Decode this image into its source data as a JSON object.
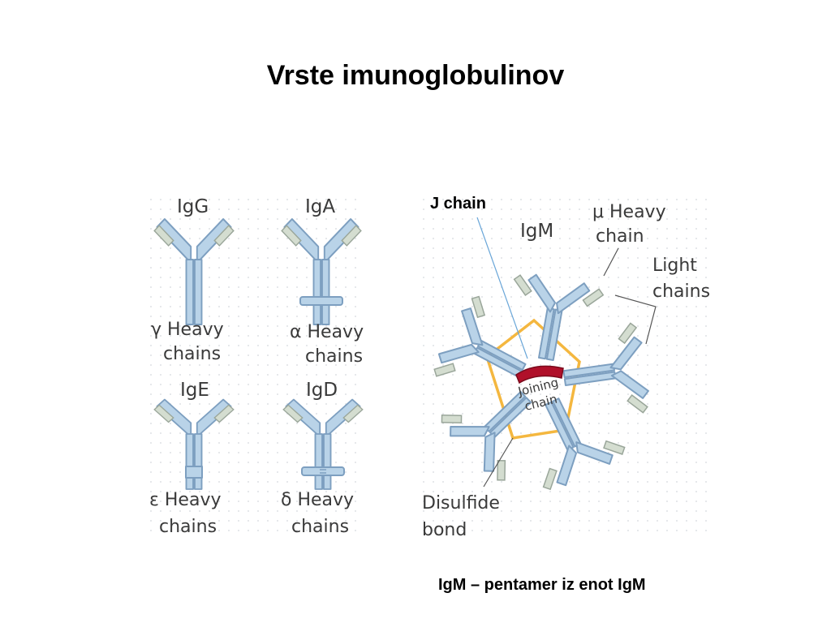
{
  "slide": {
    "title": "Vrste imunoglobulinov",
    "j_chain_caption": "J chain",
    "igm_caption": "IgM – pentamer iz enot IgM"
  },
  "figure": {
    "monomers": [
      {
        "name": "IgG",
        "heavy_label_line1": "γ Heavy",
        "heavy_label_line2": "chains"
      },
      {
        "name": "IgA",
        "heavy_label_line1": "α Heavy",
        "heavy_label_line2": "chains"
      },
      {
        "name": "IgE",
        "heavy_label_line1": "ε Heavy",
        "heavy_label_line2": "chains"
      },
      {
        "name": "IgD",
        "heavy_label_line1": "δ Heavy",
        "heavy_label_line2": "chains"
      }
    ],
    "igm": {
      "name": "IgM",
      "mu_heavy_line1": "μ Heavy",
      "mu_heavy_line2": "chain",
      "light_chains_line1": "Light",
      "light_chains_line2": "chains",
      "joining_line1": "Joining",
      "joining_line2": "chain",
      "disulfide_line1": "Disulfide",
      "disulfide_line2": "bond"
    },
    "colors": {
      "heavy_chain": "#b9d3e8",
      "light_chain": "#d4ddd0",
      "disulfide": "#f4b73f",
      "joining_chain": "#b0102a",
      "pointer_line": "#6aa6d8"
    }
  }
}
